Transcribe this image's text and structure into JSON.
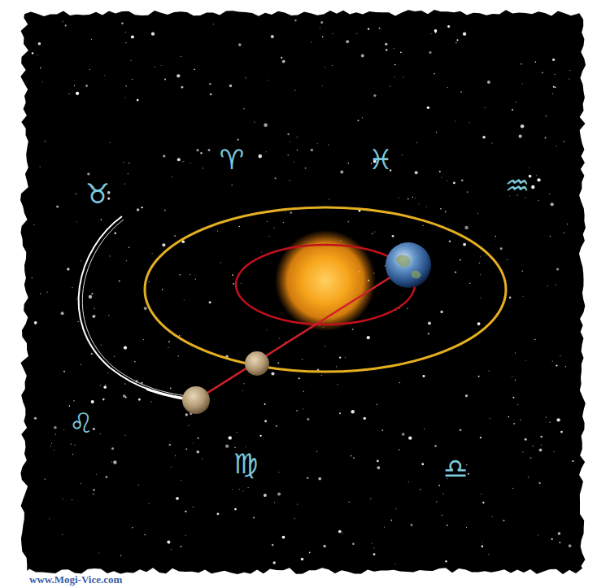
{
  "diagram": {
    "labels": [
      "♈",
      "♓",
      "♒",
      "♉",
      "♌",
      "♍",
      "♎",
      "www.Mogi-Vice.com"
    ]
  }
}
